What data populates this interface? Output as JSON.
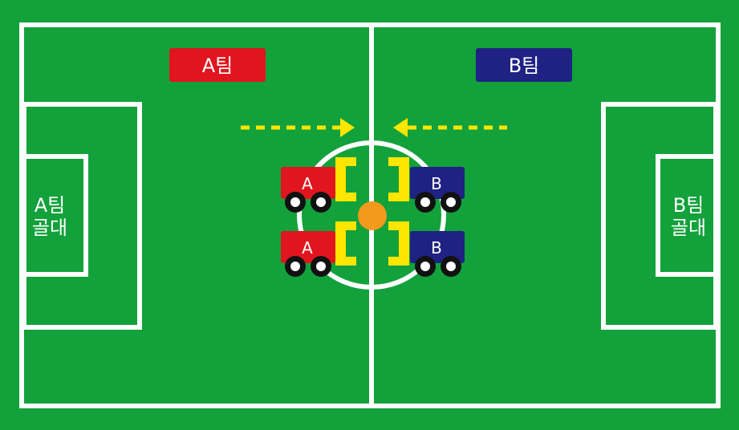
{
  "teams": {
    "a": {
      "name": "A팀",
      "color": "#e0151e"
    },
    "b": {
      "name": "B팀",
      "color": "#1f2283"
    }
  },
  "goals": {
    "a_line1": "A팀",
    "a_line2": "골대",
    "b_line1": "B팀",
    "b_line2": "골대"
  },
  "robots": {
    "a_top": "A",
    "a_bottom": "A",
    "b_top": "B",
    "b_bottom": "B"
  },
  "colors": {
    "field": "#12a13b",
    "lines": "#ffffff",
    "arrow": "#ffe600",
    "ball": "#f39a1c",
    "gripper": "#ffe600",
    "wheel_outer": "#111111",
    "wheel_inner": "#ffffff"
  }
}
